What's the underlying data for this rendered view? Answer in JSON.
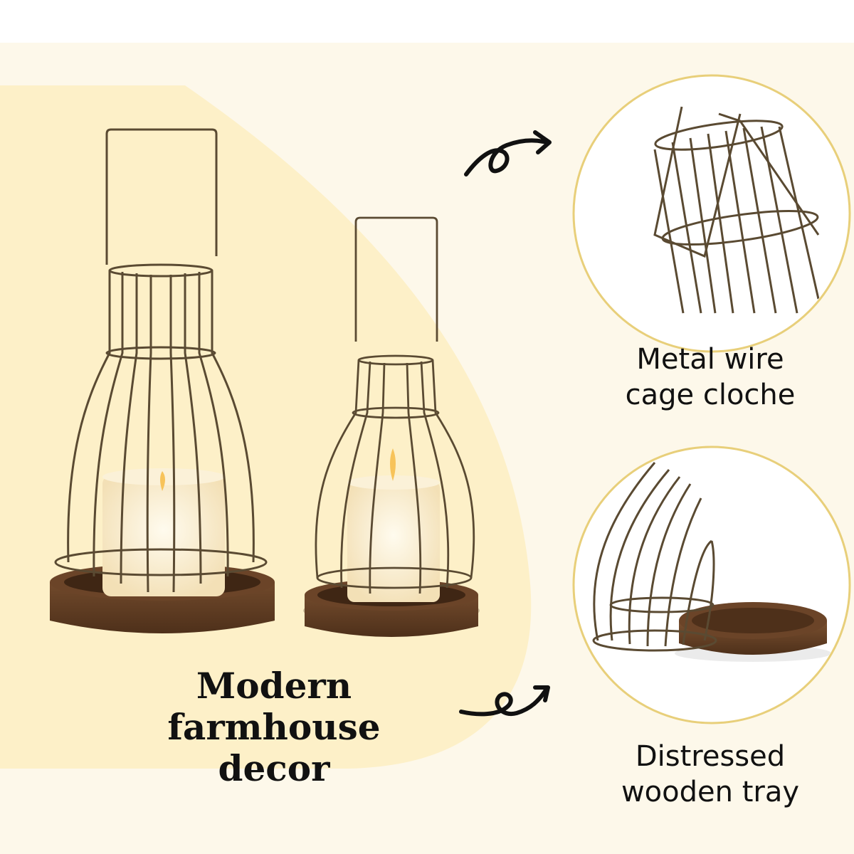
{
  "main_caption": {
    "line1": "Modern",
    "line2": "farmhouse decor"
  },
  "features": [
    {
      "line1": "Metal wire",
      "line2": "cage cloche",
      "icon": "curly-arrow-icon"
    },
    {
      "line1": "Distressed",
      "line2": "wooden tray",
      "icon": "curly-arrow-icon"
    }
  ],
  "colors": {
    "background": "#fdf8ea",
    "highlight": "#fdf0c8",
    "circle_border": "#e8cf7a",
    "wire": "#5a4a32",
    "wood": "#6b4428",
    "candle": "#f6e8c4"
  }
}
